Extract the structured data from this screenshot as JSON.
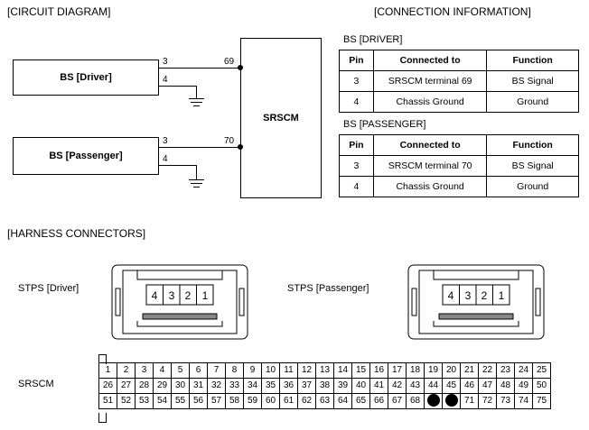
{
  "headers": {
    "circuit": "[CIRCUIT DIAGRAM]",
    "connection": "[CONNECTION INFORMATION]",
    "harness": "[HARNESS CONNECTORS]"
  },
  "circuit": {
    "driver_box": "BS [Driver]",
    "passenger_box": "BS [Passenger]",
    "srscm_box": "SRSCM",
    "driver_pins": [
      "3",
      "4"
    ],
    "passenger_pins": [
      "3",
      "4"
    ],
    "srscm_pin_driver": "69",
    "srscm_pin_passenger": "70"
  },
  "tables": {
    "driver": {
      "title": "BS [DRIVER]",
      "headers": [
        "Pin",
        "Connected to",
        "Function"
      ],
      "rows": [
        [
          "3",
          "SRSCM terminal 69",
          "BS Signal"
        ],
        [
          "4",
          "Chassis Ground",
          "Ground"
        ]
      ]
    },
    "passenger": {
      "title": "BS [PASSENGER]",
      "headers": [
        "Pin",
        "Connected to",
        "Function"
      ],
      "rows": [
        [
          "3",
          "SRSCM terminal 70",
          "BS Signal"
        ],
        [
          "4",
          "Chassis Ground",
          "Ground"
        ]
      ]
    }
  },
  "harness": {
    "stps_driver_label": "STPS [Driver]",
    "stps_passenger_label": "STPS [Passenger]",
    "stps_pins": [
      "4",
      "3",
      "2",
      "1"
    ],
    "srscm_label": "SRSCM",
    "srscm_rows": [
      [
        "1",
        "2",
        "3",
        "4",
        "5",
        "6",
        "7",
        "8",
        "9",
        "10",
        "11",
        "12",
        "13",
        "14",
        "15",
        "16",
        "17",
        "18",
        "19",
        "20",
        "21",
        "22",
        "23",
        "24",
        "25"
      ],
      [
        "26",
        "27",
        "28",
        "29",
        "30",
        "31",
        "32",
        "33",
        "34",
        "35",
        "36",
        "37",
        "38",
        "39",
        "40",
        "41",
        "42",
        "43",
        "44",
        "45",
        "46",
        "47",
        "48",
        "49",
        "50"
      ],
      [
        "51",
        "52",
        "53",
        "54",
        "55",
        "56",
        "57",
        "58",
        "59",
        "60",
        "61",
        "62",
        "63",
        "64",
        "65",
        "66",
        "67",
        "68",
        "",
        "",
        "71",
        "72",
        "73",
        "74",
        "75"
      ]
    ]
  }
}
